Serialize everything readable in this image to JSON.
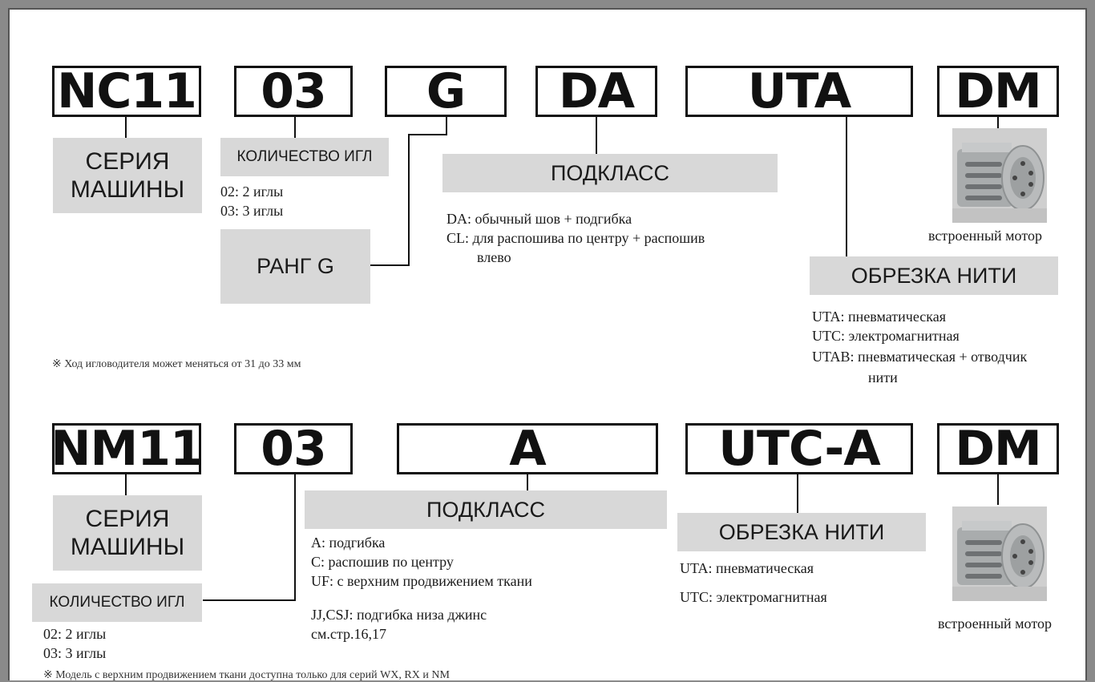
{
  "top": {
    "codes": [
      "NC11",
      "03",
      "G",
      "DA",
      "UTA",
      "DM"
    ],
    "series_line1": "СЕРИЯ",
    "series_line2": "МАШИНЫ",
    "needles_label": "КОЛИЧЕСТВО ИГЛ",
    "needles_02": "02: 2 иглы",
    "needles_03": "03: 3 иглы",
    "rank_label": "РАНГ G",
    "subclass_label": "ПОДКЛАСС",
    "subclass_da": "DA: обычный шов + подгибка",
    "subclass_cl_1": "CL: для распошива по центру + распошив",
    "subclass_cl_2": "влево",
    "trim_label": "ОБРЕЗКА НИТИ",
    "trim_uta": "UTA: пневматическая",
    "trim_utc": "UTC: электромагнитная",
    "trim_utab_1": "UTAB: пневматическая + отводчик",
    "trim_utab_2": "нити",
    "motor_caption": "встроенный мотор",
    "note": "※ Ход игловодителя может меняться от 31 до 33 мм"
  },
  "bottom": {
    "codes": [
      "NM11",
      "03",
      "A",
      "UTC-A",
      "DM"
    ],
    "series_line1": "СЕРИЯ",
    "series_line2": "МАШИНЫ",
    "needles_label": "КОЛИЧЕСТВО ИГЛ",
    "needles_02": "02: 2 иглы",
    "needles_03": "03: 3 иглы",
    "subclass_label": "ПОДКЛАСС",
    "subclass_a": "A: подгибка",
    "subclass_c": "C: распошив по центру",
    "subclass_uf": "UF: с верхним продвижением ткани",
    "subclass_jj_1": "JJ,CSJ: подгибка низа джинс",
    "subclass_jj_2": "см.стр.16,17",
    "trim_label": "ОБРЕЗКА НИТИ",
    "trim_uta": "UTA: пневматическая",
    "trim_utc": "UTC: электромагнитная",
    "motor_caption": "встроенный мотор",
    "note": "※ Модель с верхним продвижением ткани доступна только для серий WX, RX и NM"
  },
  "colors": {
    "label_box": "#d8d8d8",
    "border": "#111111",
    "frame": "#8a8a8a"
  }
}
